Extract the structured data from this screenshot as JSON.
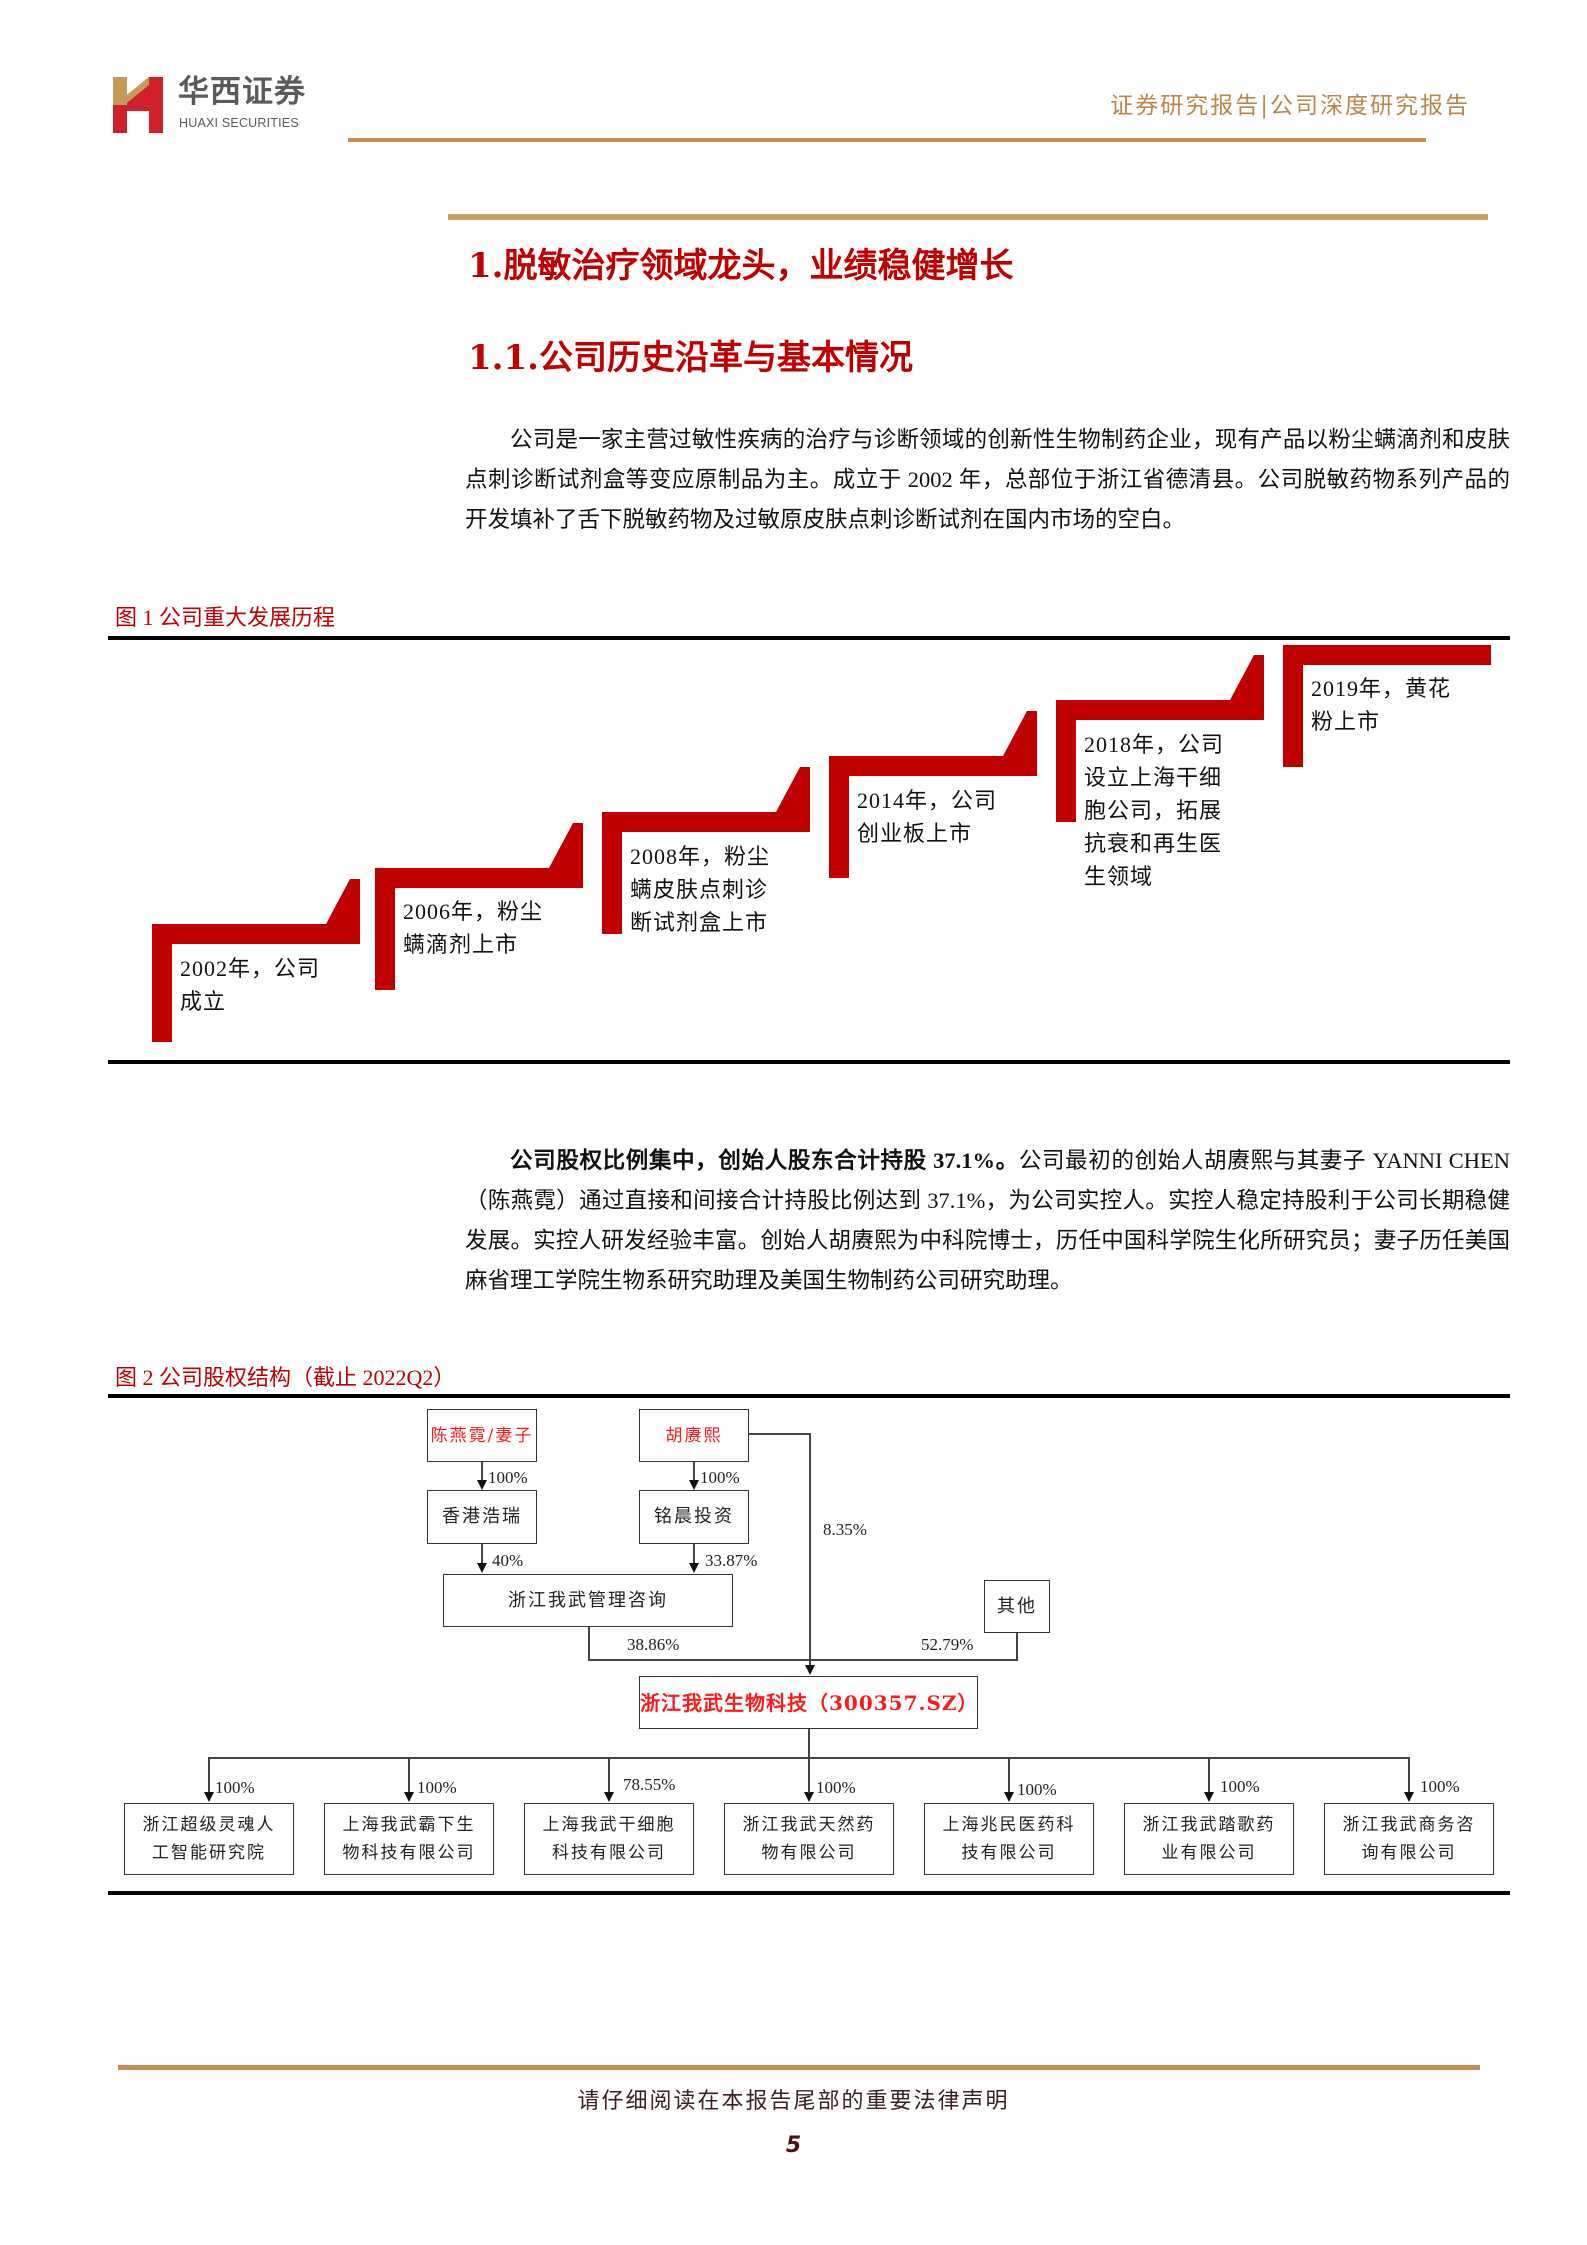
{
  "header": {
    "logo_cn": "华西证券",
    "logo_en": "HUAXI SECURITIES",
    "report_type": "证券研究报告|公司深度研究报告",
    "colors": {
      "gold": "#c09050",
      "logo_red": "#d0202a",
      "logo_gold": "#c49a5a"
    }
  },
  "section": {
    "h1": "1.脱敏治疗领域龙头，业绩稳健增长",
    "h2": "1.1.公司历史沿革与基本情况",
    "heading_color": "#c00000"
  },
  "paragraph1": "公司是一家主营过敏性疾病的治疗与诊断领域的创新性生物制药企业，现有产品以粉尘螨滴剂和皮肤点刺诊断试剂盒等变应原制品为主。成立于 2002 年，总部位于浙江省德清县。公司脱敏药物系列产品的开发填补了舌下脱敏药物及过敏原皮肤点刺诊断试剂在国内市场的空白。",
  "figure1": {
    "title": "图 1 公司重大发展历程",
    "milestones": [
      {
        "year": "2002",
        "text": "2002年，公司成立"
      },
      {
        "year": "2006",
        "text": "2006年，粉尘螨滴剂上市"
      },
      {
        "year": "2008",
        "text": "2008年，粉尘螨皮肤点刺诊断试剂盒上市"
      },
      {
        "year": "2014",
        "text": "2014年，公司创业板上市"
      },
      {
        "year": "2018",
        "text": "2018年，公司设立上海干细胞公司，拓展抗衰和再生医生领域"
      },
      {
        "year": "2019",
        "text": "2019年，黄花粉上市"
      }
    ],
    "accent_color": "#c00000"
  },
  "paragraph2": {
    "bold_lead": "公司股权比例集中，创始人股东合计持股 37.1%。",
    "body": "公司最初的创始人胡赓熙与其妻子 YANNI CHEN（陈燕霓）通过直接和间接合计持股比例达到 37.1%，为公司实控人。实控人稳定持股利于公司长期稳健发展。实控人研发经验丰富。创始人胡赓熙为中科院博士，历任中国科学院生化所研究员；妻子历任美国麻省理工学院生物系研究助理及美国生物制药公司研究助理。"
  },
  "figure2": {
    "title": "图 2 公司股权结构（截止 2022Q2）",
    "nodes": {
      "chen": "陈燕霓/妻子",
      "hu": "胡赓熙",
      "hk": "香港浩瑞",
      "mingchen": "铭晨投资",
      "mgmt": "浙江我武管理咨询",
      "others": "其他",
      "company": "浙江我武生物科技（300357.SZ）"
    },
    "edges": {
      "chen_hk": "100%",
      "hu_mingchen": "100%",
      "hk_mgmt": "40%",
      "mingchen_mgmt": "33.87%",
      "hu_company": "8.35%",
      "mgmt_company": "38.86%",
      "others_company": "52.79%"
    },
    "subsidiaries": [
      {
        "name": "浙江超级灵魂人工智能研究院",
        "line1": "浙江超级灵魂人",
        "line2": "工智能研究院",
        "pct": "100%"
      },
      {
        "name": "上海我武霸下生物科技有限公司",
        "line1": "上海我武霸下生",
        "line2": "物科技有限公司",
        "pct": "100%"
      },
      {
        "name": "上海我武干细胞科技有限公司",
        "line1": "上海我武干细胞",
        "line2": "科技有限公司",
        "pct": "78.55%"
      },
      {
        "name": "浙江我武天然药物有限公司",
        "line1": "浙江我武天然药",
        "line2": "物有限公司",
        "pct": "100%"
      },
      {
        "name": "上海兆民医药科技有限公司",
        "line1": "上海兆民医药科",
        "line2": "技有限公司",
        "pct": "100%"
      },
      {
        "name": "浙江我武踏歌药业有限公司",
        "line1": "浙江我武踏歌药",
        "line2": "业有限公司",
        "pct": "100%"
      },
      {
        "name": "浙江我武商务咨询有限公司",
        "line1": "浙江我武商务咨",
        "line2": "询有限公司",
        "pct": "100%"
      }
    ]
  },
  "footer": {
    "disclaimer": "请仔细阅读在本报告尾部的重要法律声明",
    "page_number": "5"
  }
}
